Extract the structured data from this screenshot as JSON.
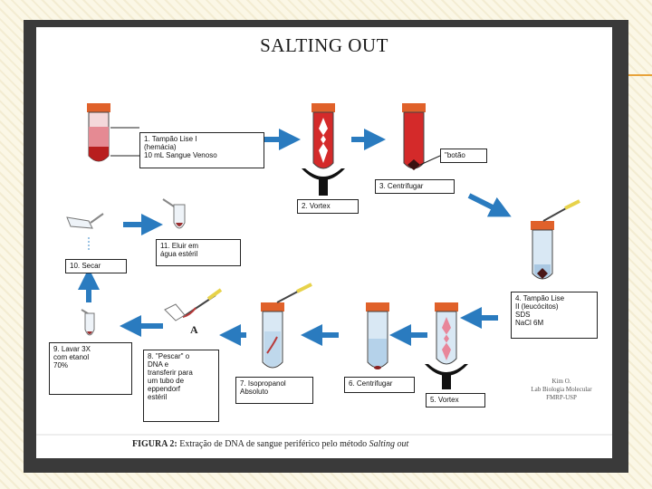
{
  "title": "SALTING OUT",
  "colors": {
    "accent": "#e8a33a",
    "arrow": "#2a7bbf",
    "blood": "#d42a2a",
    "cap": "#e0612a",
    "liquid": "#cfe3f2"
  },
  "steps": [
    {
      "id": "s1",
      "text": "1. Tampão Lise I\n(hemácia)\n10 mL Sangue Venoso"
    },
    {
      "id": "s2",
      "text": "2. Vortex"
    },
    {
      "id": "s3",
      "text": "3. Centrifugar"
    },
    {
      "id": "s3b",
      "text": "\"botão"
    },
    {
      "id": "s4",
      "text": "4. Tampão Lise\nII (leucócitos)\n     SDS\n     NaCl 6M"
    },
    {
      "id": "s5",
      "text": "5. Vortex"
    },
    {
      "id": "s6",
      "text": "6. Centrifugar"
    },
    {
      "id": "s7",
      "text": "7. Isopropanol\n   Absoluto"
    },
    {
      "id": "s8",
      "text": "8. \"Pescar\" o\nDNA e\ntransferir para\num tubo de\neppendorf\nestéril"
    },
    {
      "id": "s9",
      "text": "9. Lavar 3X\ncom etanol\n70%"
    },
    {
      "id": "s10",
      "text": "10. Secar"
    },
    {
      "id": "s11",
      "text": "11. Eluir em\nágua estéril"
    }
  ],
  "letter": "A",
  "credit": "Kim O.\nLab Biologia Molecular\nFMRP-USP",
  "caption": {
    "label": "FIGURA 2:",
    "text": " Extração de DNA de sangue periférico pelo método ",
    "method": "Salting out"
  }
}
